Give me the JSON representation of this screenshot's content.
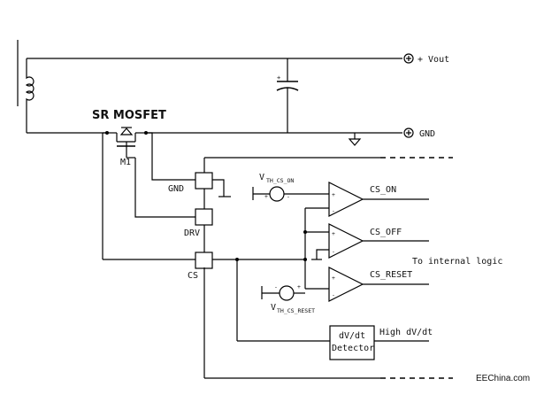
{
  "labels": {
    "vout": "+ Vout",
    "gnd_out": "GND",
    "sr_mosfet": "SR MOSFET",
    "m1": "M1",
    "pin_gnd": "GND",
    "pin_drv": "DRV",
    "pin_cs": "CS",
    "cs_on": "CS_ON",
    "cs_off": "CS_OFF",
    "cs_reset": "CS_RESET",
    "to_internal_logic": "To internal logic",
    "vth_cs_on_main": "V",
    "vth_cs_on_sub": "TH_CS_ON",
    "vth_cs_reset_main": "V",
    "vth_cs_reset_sub": "TH_CS_RESET",
    "dvdt_line1": "dV/dt",
    "dvdt_line2": "Detector",
    "high_dvdt": "High dV/dt",
    "plus": "+",
    "minus": "-"
  },
  "watermark": "EEChina.com"
}
